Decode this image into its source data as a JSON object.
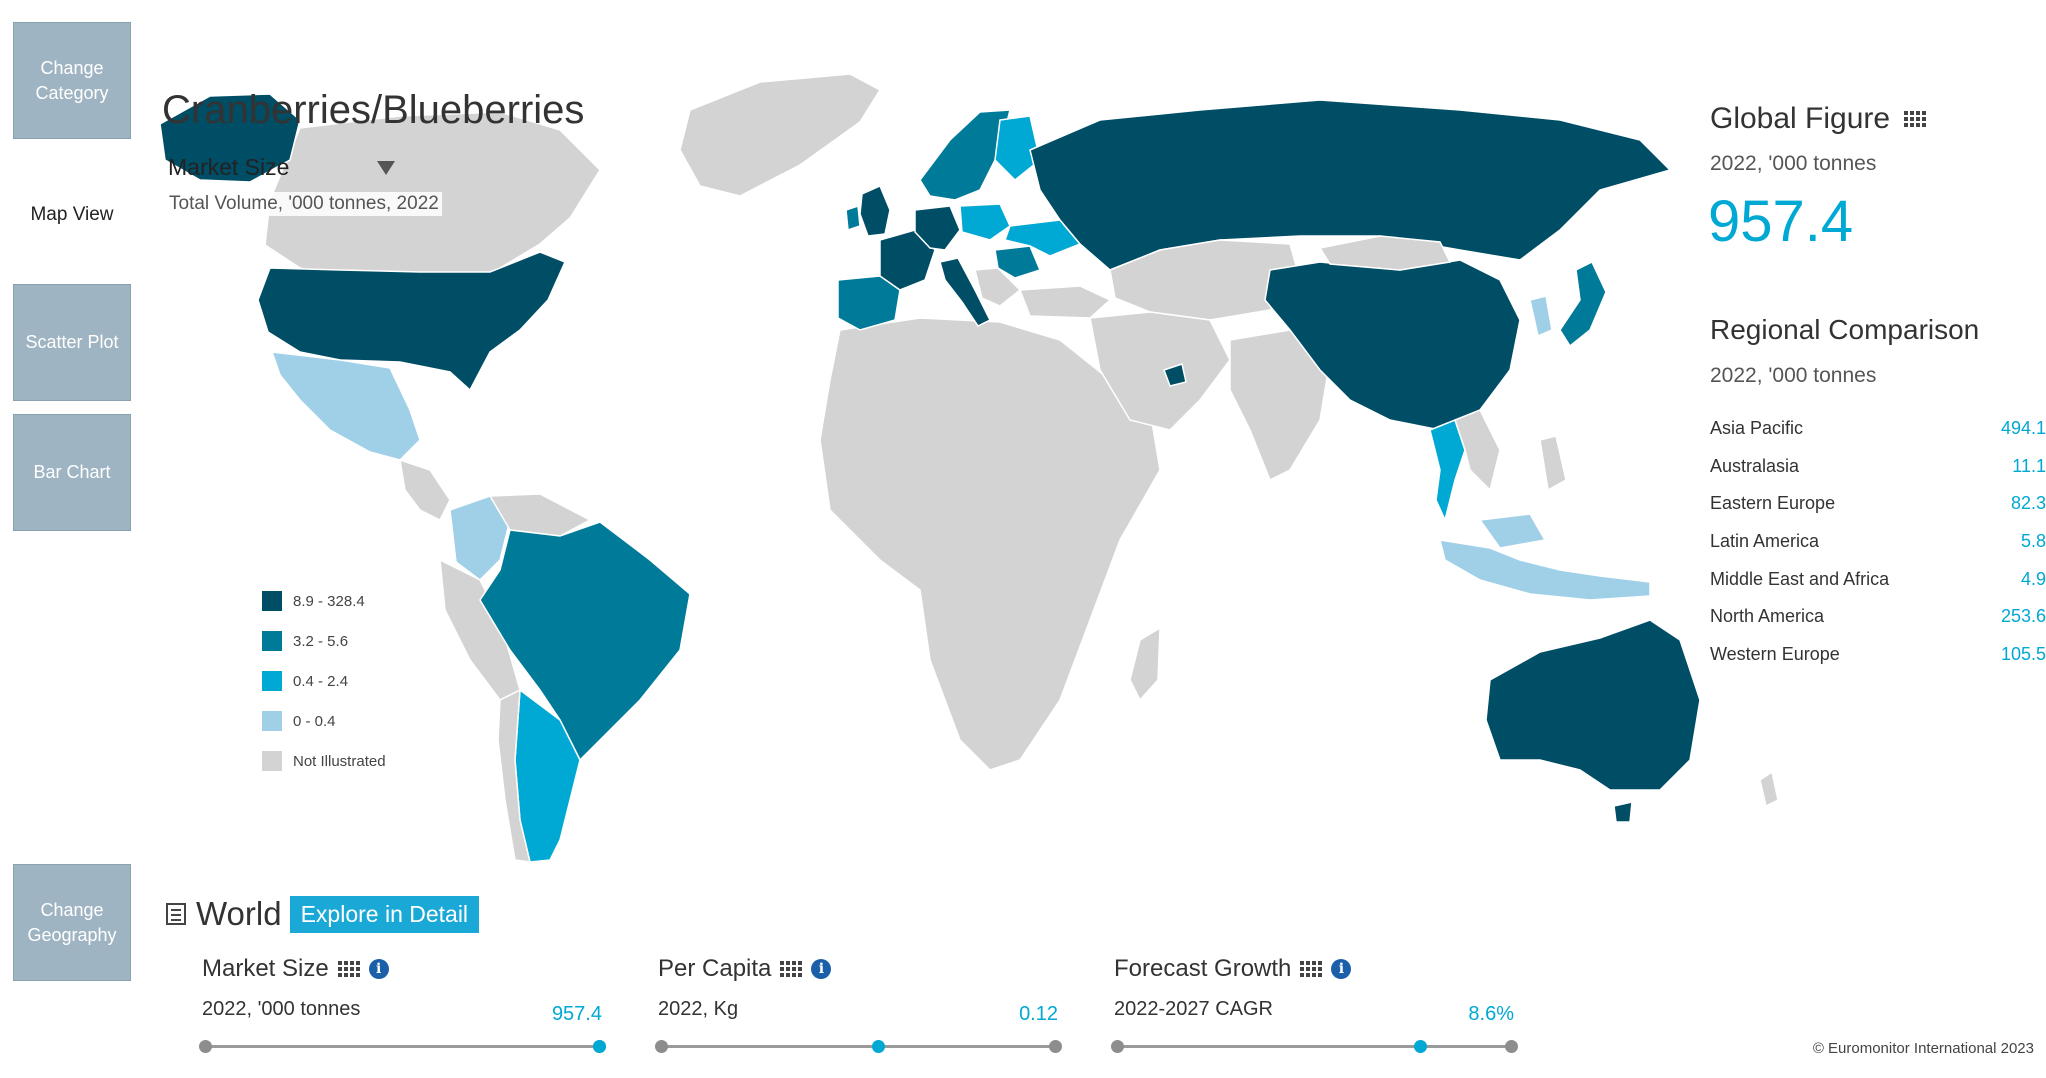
{
  "nav": {
    "change_category": [
      "Change",
      "Category"
    ],
    "map_view": "Map View",
    "scatter_plot": "Scatter Plot",
    "bar_chart": "Bar Chart",
    "change_geography": [
      "Change",
      "Geography"
    ]
  },
  "header": {
    "title": "Cranberries/Blueberries",
    "measure": "Market Size",
    "subtitle": "Total Volume, '000 tonnes, 2022"
  },
  "legend": [
    {
      "label": "8.9 - 328.4",
      "color": "#004d66"
    },
    {
      "label": "3.2 - 5.6",
      "color": "#007a99"
    },
    {
      "label": "0.4 - 2.4",
      "color": "#00a8d4"
    },
    {
      "label": "0 - 0.4",
      "color": "#9fd0e8"
    },
    {
      "label": "Not Illustrated",
      "color": "#d3d3d3"
    }
  ],
  "global_figure": {
    "title": "Global Figure",
    "unit": "2022, '000 tonnes",
    "value": "957.4"
  },
  "regional_comparison": {
    "title": "Regional Comparison",
    "unit": "2022, '000 tonnes",
    "rows": [
      {
        "name": "Asia Pacific",
        "value": "494.1"
      },
      {
        "name": "Australasia",
        "value": "11.1"
      },
      {
        "name": "Eastern Europe",
        "value": "82.3"
      },
      {
        "name": "Latin America",
        "value": "5.8"
      },
      {
        "name": "Middle East and Africa",
        "value": "4.9"
      },
      {
        "name": "North America",
        "value": "253.6"
      },
      {
        "name": "Western Europe",
        "value": "105.5"
      }
    ]
  },
  "geography": {
    "name": "World",
    "explore_label": "Explore in Detail"
  },
  "metrics": [
    {
      "title": "Market Size",
      "sub": "2022, '000 tonnes",
      "value": "957.4",
      "position": 1.0
    },
    {
      "title": "Per Capita",
      "sub": "2022, Kg",
      "value": "0.12",
      "position": 0.55
    },
    {
      "title": "Forecast Growth",
      "sub": "2022-2027 CAGR",
      "value": "8.6%",
      "position": 0.77
    }
  ],
  "colors": {
    "accent": "#00a8d4",
    "nav_button": "#9fb4c2",
    "explore_button": "#1aa9d6"
  },
  "footer": {
    "copyright": "© Euromonitor International 2023"
  }
}
